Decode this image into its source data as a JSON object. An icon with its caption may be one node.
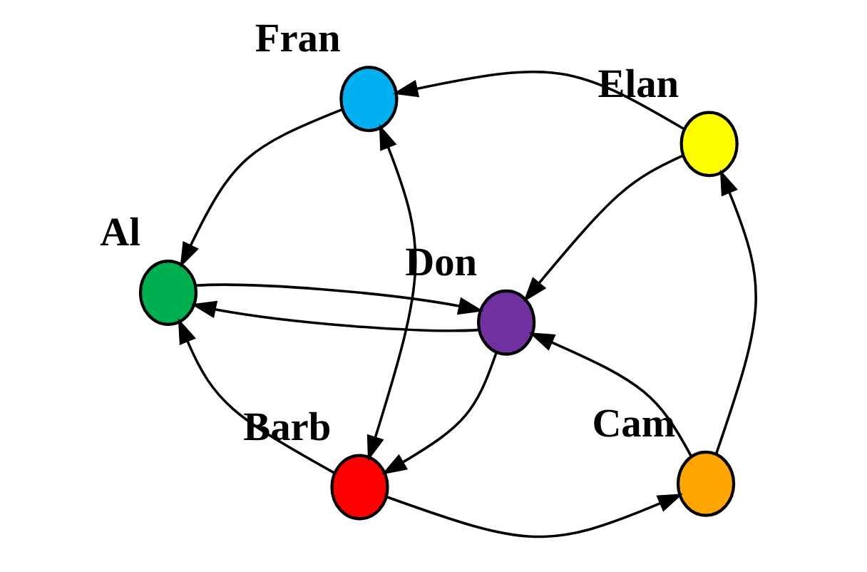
{
  "diagram": {
    "nodes": [
      {
        "text": [],
        "shape": "circle",
        "beside": [
          "Al"
        ]
      },
      {
        "text": [],
        "shape": "circle",
        "beside": [
          "Barb"
        ]
      },
      {
        "text": [],
        "shape": "circle",
        "beside": [
          "Cam"
        ]
      },
      {
        "text": [],
        "shape": "circle",
        "beside": [
          "Don"
        ]
      },
      {
        "text": [],
        "shape": "circle",
        "beside": [
          "Elan"
        ]
      },
      {
        "text": [],
        "shape": "circle",
        "beside": [
          "Fran"
        ]
      }
    ],
    "edges": [
      {
        "from": 1,
        "to": 0,
        "arrow": "to"
      },
      {
        "from": 5,
        "to": 0,
        "arrow": "to"
      },
      {
        "from": 0,
        "to": 3,
        "arrow": "to"
      },
      {
        "from": 3,
        "to": 0,
        "arrow": "to"
      },
      {
        "from": 3,
        "to": 1,
        "arrow": "to"
      },
      {
        "from": 1,
        "to": 2,
        "arrow": "to"
      },
      {
        "from": 2,
        "to": 3,
        "arrow": "to"
      },
      {
        "from": 2,
        "to": 4,
        "arrow": "to"
      },
      {
        "from": 4,
        "to": 3,
        "arrow": "to"
      },
      {
        "from": 4,
        "to": 5,
        "arrow": "to"
      },
      {
        "from": 1,
        "to": 5,
        "arrow": "both"
      }
    ]
  }
}
